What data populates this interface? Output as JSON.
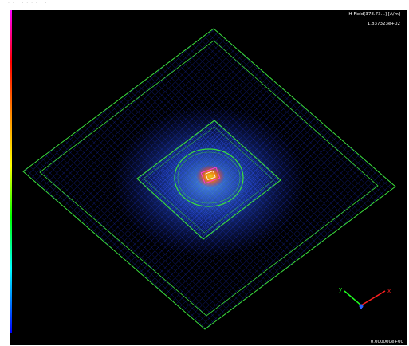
{
  "window": {
    "title_strip": "· · · · · · · · ·"
  },
  "view": {
    "field_label": "H-Field[378.73...] [A/m]",
    "max_value": "1.837323e+02",
    "min_value": "0.000000e+00",
    "colors": {
      "background": "#000000",
      "mesh": "#1a2fd6",
      "outline": "#3be03b",
      "hot_core": "#ffd400"
    }
  },
  "colorbar": {
    "stops": [
      "#ff00ff",
      "#ff0000",
      "#ff8800",
      "#ffff00",
      "#00ff00",
      "#00ffff",
      "#0000ff"
    ]
  },
  "axes_triad": {
    "x_label": "x",
    "y_label": "y",
    "x_color": "#ff2020",
    "y_color": "#20ff20",
    "z_color": "#3060ff"
  }
}
